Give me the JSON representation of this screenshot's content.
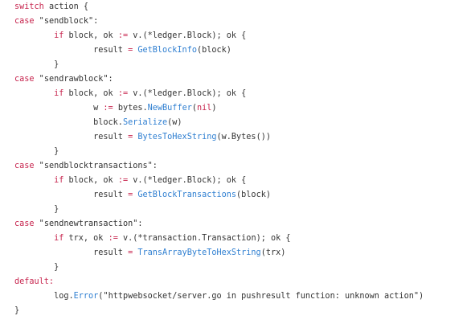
{
  "code": {
    "lines": [
      {
        "indent": "",
        "segments": [
          {
            "t": "switch",
            "c": "kw"
          },
          {
            "t": " action {",
            "c": "txt"
          }
        ]
      },
      {
        "indent": "",
        "segments": [
          {
            "t": "case",
            "c": "kw"
          },
          {
            "t": " \"sendblock\":",
            "c": "txt"
          }
        ]
      },
      {
        "indent": "        ",
        "segments": [
          {
            "t": "if",
            "c": "kw"
          },
          {
            "t": " block, ok ",
            "c": "txt"
          },
          {
            "t": ":=",
            "c": "kw"
          },
          {
            "t": " v.(*ledger.Block); ok {",
            "c": "txt"
          }
        ]
      },
      {
        "indent": "                ",
        "segments": [
          {
            "t": "result ",
            "c": "txt"
          },
          {
            "t": "=",
            "c": "kw"
          },
          {
            "t": " ",
            "c": "txt"
          },
          {
            "t": "GetBlockInfo",
            "c": "fn"
          },
          {
            "t": "(block)",
            "c": "txt"
          }
        ]
      },
      {
        "indent": "        ",
        "segments": [
          {
            "t": "}",
            "c": "txt"
          }
        ]
      },
      {
        "indent": "",
        "segments": [
          {
            "t": "case",
            "c": "kw"
          },
          {
            "t": " \"sendrawblock\":",
            "c": "txt"
          }
        ]
      },
      {
        "indent": "        ",
        "segments": [
          {
            "t": "if",
            "c": "kw"
          },
          {
            "t": " block, ok ",
            "c": "txt"
          },
          {
            "t": ":=",
            "c": "kw"
          },
          {
            "t": " v.(*ledger.Block); ok {",
            "c": "txt"
          }
        ]
      },
      {
        "indent": "                ",
        "segments": [
          {
            "t": "w ",
            "c": "txt"
          },
          {
            "t": ":=",
            "c": "kw"
          },
          {
            "t": " bytes.",
            "c": "txt"
          },
          {
            "t": "NewBuffer",
            "c": "fn"
          },
          {
            "t": "(",
            "c": "txt"
          },
          {
            "t": "nil",
            "c": "kw"
          },
          {
            "t": ")",
            "c": "txt"
          }
        ]
      },
      {
        "indent": "                ",
        "segments": [
          {
            "t": "block.",
            "c": "txt"
          },
          {
            "t": "Serialize",
            "c": "fn"
          },
          {
            "t": "(w)",
            "c": "txt"
          }
        ]
      },
      {
        "indent": "                ",
        "segments": [
          {
            "t": "result ",
            "c": "txt"
          },
          {
            "t": "=",
            "c": "kw"
          },
          {
            "t": " ",
            "c": "txt"
          },
          {
            "t": "BytesToHexString",
            "c": "fn"
          },
          {
            "t": "(w.Bytes())",
            "c": "txt"
          }
        ]
      },
      {
        "indent": "        ",
        "segments": [
          {
            "t": "}",
            "c": "txt"
          }
        ]
      },
      {
        "indent": "",
        "segments": [
          {
            "t": "case",
            "c": "kw"
          },
          {
            "t": " \"sendblocktransactions\":",
            "c": "txt"
          }
        ]
      },
      {
        "indent": "        ",
        "segments": [
          {
            "t": "if",
            "c": "kw"
          },
          {
            "t": " block, ok ",
            "c": "txt"
          },
          {
            "t": ":=",
            "c": "kw"
          },
          {
            "t": " v.(*ledger.Block); ok {",
            "c": "txt"
          }
        ]
      },
      {
        "indent": "                ",
        "segments": [
          {
            "t": "result ",
            "c": "txt"
          },
          {
            "t": "=",
            "c": "kw"
          },
          {
            "t": " ",
            "c": "txt"
          },
          {
            "t": "GetBlockTransactions",
            "c": "fn"
          },
          {
            "t": "(block)",
            "c": "txt"
          }
        ]
      },
      {
        "indent": "        ",
        "segments": [
          {
            "t": "}",
            "c": "txt"
          }
        ]
      },
      {
        "indent": "",
        "segments": [
          {
            "t": "case",
            "c": "kw"
          },
          {
            "t": " \"sendnewtransaction\":",
            "c": "txt"
          }
        ]
      },
      {
        "indent": "        ",
        "segments": [
          {
            "t": "if",
            "c": "kw"
          },
          {
            "t": " trx, ok ",
            "c": "txt"
          },
          {
            "t": ":=",
            "c": "kw"
          },
          {
            "t": " v.(*transaction.Transaction); ok {",
            "c": "txt"
          }
        ]
      },
      {
        "indent": "                ",
        "segments": [
          {
            "t": "result ",
            "c": "txt"
          },
          {
            "t": "=",
            "c": "kw"
          },
          {
            "t": " ",
            "c": "txt"
          },
          {
            "t": "TransArrayByteToHexString",
            "c": "fn"
          },
          {
            "t": "(trx)",
            "c": "txt"
          }
        ]
      },
      {
        "indent": "        ",
        "segments": [
          {
            "t": "}",
            "c": "txt"
          }
        ]
      },
      {
        "indent": "",
        "segments": [
          {
            "t": "default:",
            "c": "kw"
          }
        ]
      },
      {
        "indent": "        ",
        "segments": [
          {
            "t": "log.",
            "c": "txt"
          },
          {
            "t": "Error",
            "c": "fn"
          },
          {
            "t": "(\"httpwebsocket/server.go in pushresult function: unknown action\")",
            "c": "txt"
          }
        ]
      },
      {
        "indent": "",
        "segments": [
          {
            "t": "}",
            "c": "txt"
          }
        ]
      }
    ]
  }
}
